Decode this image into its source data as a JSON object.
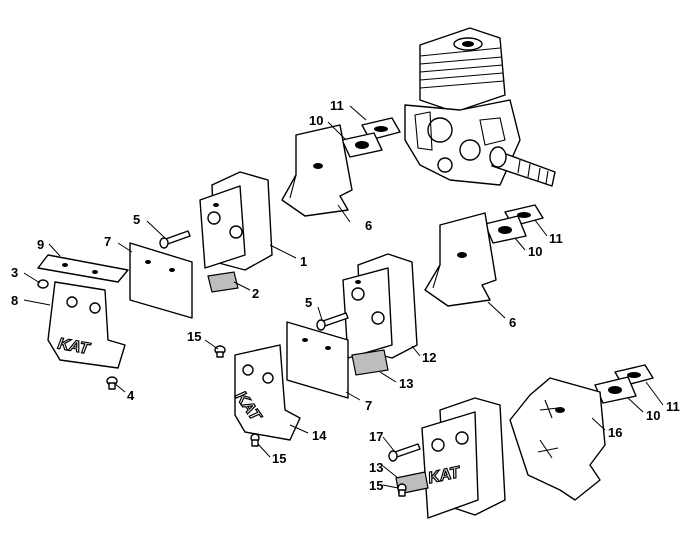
{
  "callouts": {
    "c1": "1",
    "c2": "2",
    "c3": "3",
    "c4": "4",
    "c5a": "5",
    "c5b": "5",
    "c6a": "6",
    "c6b": "6",
    "c7a": "7",
    "c7b": "7",
    "c8": "8",
    "c9": "9",
    "c10a": "10",
    "c10b": "10",
    "c10c": "10",
    "c11a": "11",
    "c11b": "11",
    "c11c": "11",
    "c12": "12",
    "c13a": "13",
    "c13b": "13",
    "c14": "14",
    "c15a": "15",
    "c15b": "15",
    "c15c": "15",
    "c16": "16",
    "c17": "17"
  },
  "embossed_text": {
    "kat_plate_8": "KAT",
    "kat_plate_14": "KAT",
    "kat_muffler_cover": "KAT"
  }
}
